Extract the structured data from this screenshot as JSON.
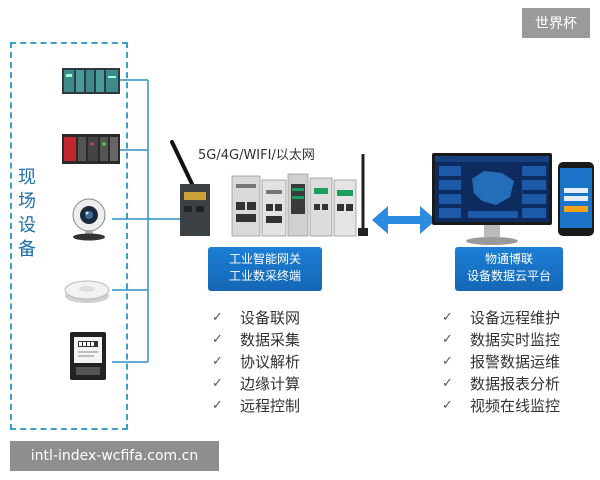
{
  "corner_tag": "世界杯",
  "field_devices": {
    "label": "现场设备",
    "items": [
      "plc-rack",
      "relay-module",
      "webcam",
      "smoke-detector",
      "electric-meter"
    ]
  },
  "network_caption": "5G/4G/WIFI/以太网",
  "gateway": {
    "line1": "工业智能网关",
    "line2": "工业数采终端",
    "features": [
      "设备联网",
      "数据采集",
      "协议解析",
      "边缘计算",
      "远程控制"
    ]
  },
  "cloud": {
    "line1": "物通博联",
    "line2": "设备数据云平台",
    "features": [
      "设备远程维护",
      "数据实时监控",
      "报警数据运维",
      "数据报表分析",
      "视频在线监控"
    ]
  },
  "check_mark": "✓",
  "watermark": "intl-index-wcfifa.com.cn",
  "colors": {
    "accent_blue": "#1c7fd6",
    "dashed_border": "#3aa0c8",
    "wire": "#2f8fc9",
    "arrow": "#2a8be0",
    "label_text": "#1f6fa8"
  }
}
